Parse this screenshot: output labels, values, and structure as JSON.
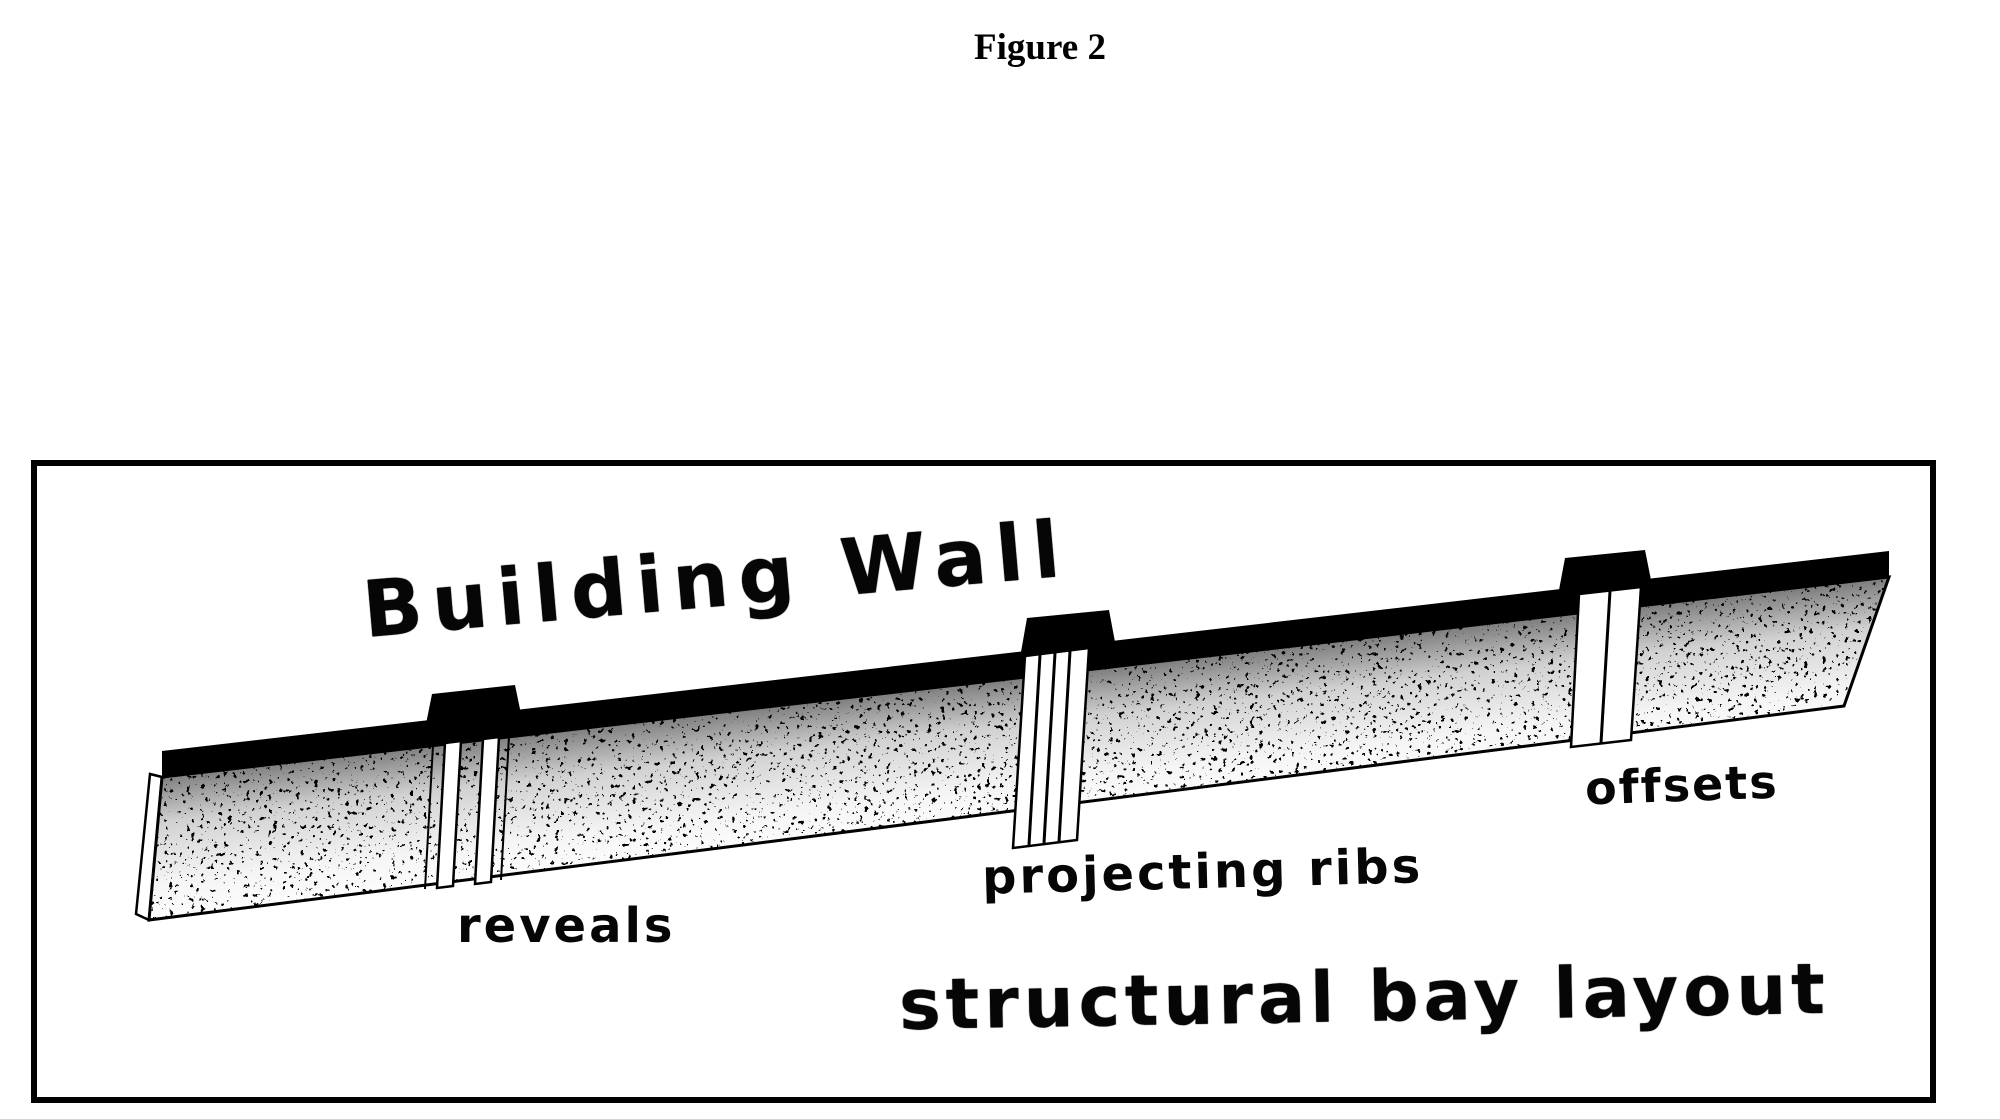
{
  "figure": {
    "caption": "Figure 2"
  },
  "diagram": {
    "wall_title": "Building Wall",
    "labels": {
      "reveals": "reveals",
      "projecting_ribs": "projecting ribs",
      "offsets": "offsets",
      "structural_bay_layout": "structural bay layout"
    },
    "colors": {
      "ink": "#000000",
      "paper": "#ffffff"
    }
  }
}
